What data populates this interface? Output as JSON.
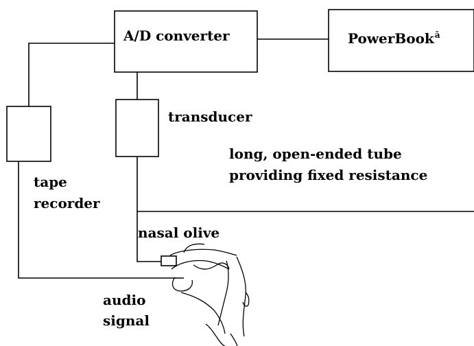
{
  "labels": {
    "ad_converter": "A/D converter",
    "powerbook": "PowerBook",
    "powerbook_mark": "ā",
    "transducer": "transducer",
    "tube_line1": "long, open-ended tube",
    "tube_line2": "providing fixed resistance",
    "tape_line1": "tape",
    "tape_line2": "recorder",
    "nasal_olive": "nasal olive",
    "audio_line1": "audio",
    "audio_line2": "signal"
  },
  "colors": {
    "line": "#000000",
    "background": "#ffffff"
  }
}
